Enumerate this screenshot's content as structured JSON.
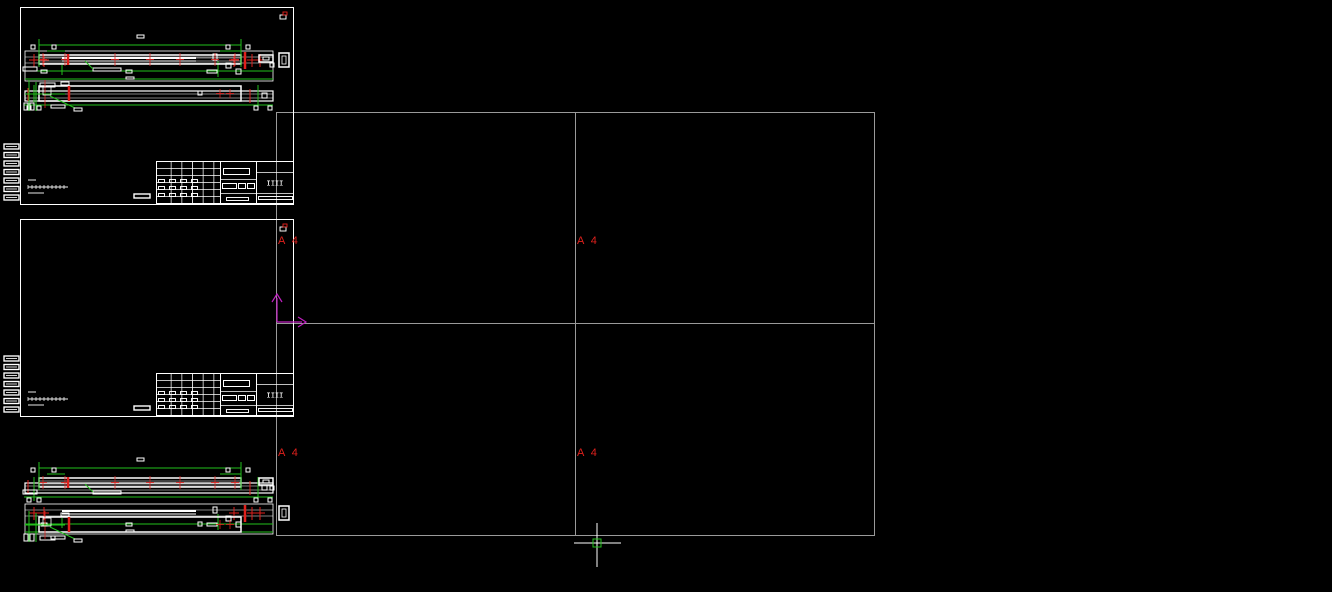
{
  "viewport": {
    "background": "#000000",
    "line_color": "#ffffff",
    "dimension_color": "#22c01c",
    "centerline_color": "#e0201c",
    "ucs_color": "#c020c0"
  },
  "sheets": [
    {
      "name": "sheet-top-left",
      "size_label": "A 4"
    },
    {
      "name": "sheet-top-right",
      "size_label": "A 4"
    },
    {
      "name": "sheet-bottom-left",
      "size_label": "A 4"
    },
    {
      "name": "sheet-bottom-right",
      "size_label": "A 4"
    }
  ],
  "title_block": {
    "scale_mark": "IIII"
  },
  "icons": {
    "ucs": "ucs-icon",
    "crosshair": "crosshair-cursor-icon"
  }
}
